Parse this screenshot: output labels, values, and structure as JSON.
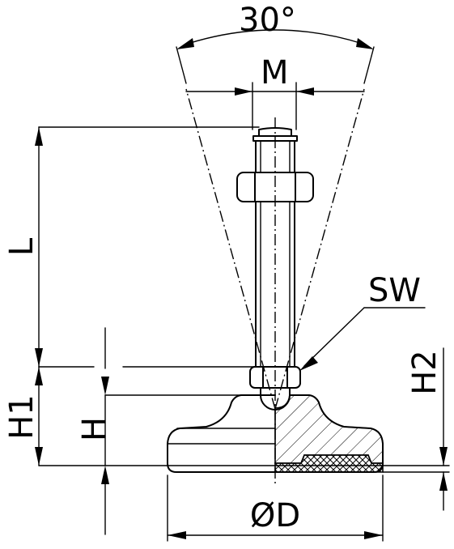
{
  "labels": {
    "angle": "30°",
    "thread": "M",
    "length": "L",
    "wrench_size": "SW",
    "height_h1": "H1",
    "height_h": "H",
    "height_h2": "H2",
    "diameter": "ØD"
  }
}
